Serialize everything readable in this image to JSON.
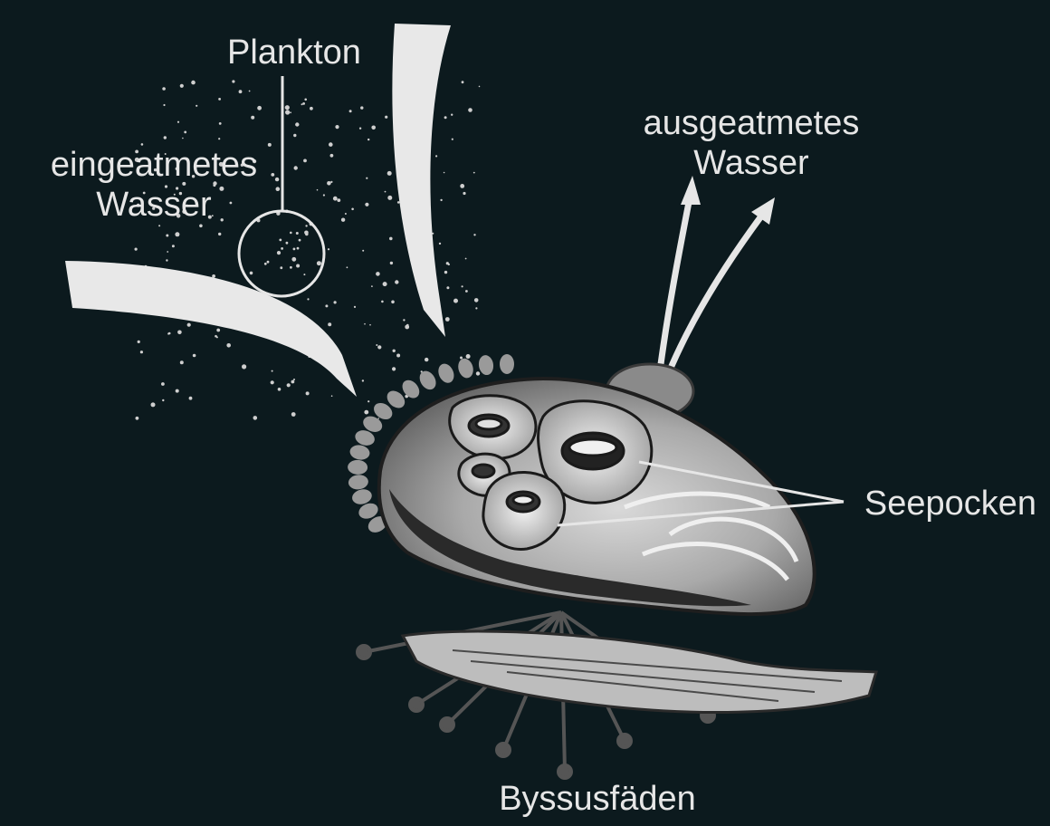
{
  "labels": {
    "plankton": "Plankton",
    "inhaled_water": [
      "eingeatmetes",
      "Wasser"
    ],
    "exhaled_water": [
      "ausgeatmetes",
      "Wasser"
    ],
    "barnacles": "Seepocken",
    "byssus_threads": "Byssusfäden"
  },
  "colors": {
    "background": "#0c1a1e",
    "text": "#e6e6e6",
    "lines": "#e6e6e6",
    "byssus": "#555555"
  }
}
